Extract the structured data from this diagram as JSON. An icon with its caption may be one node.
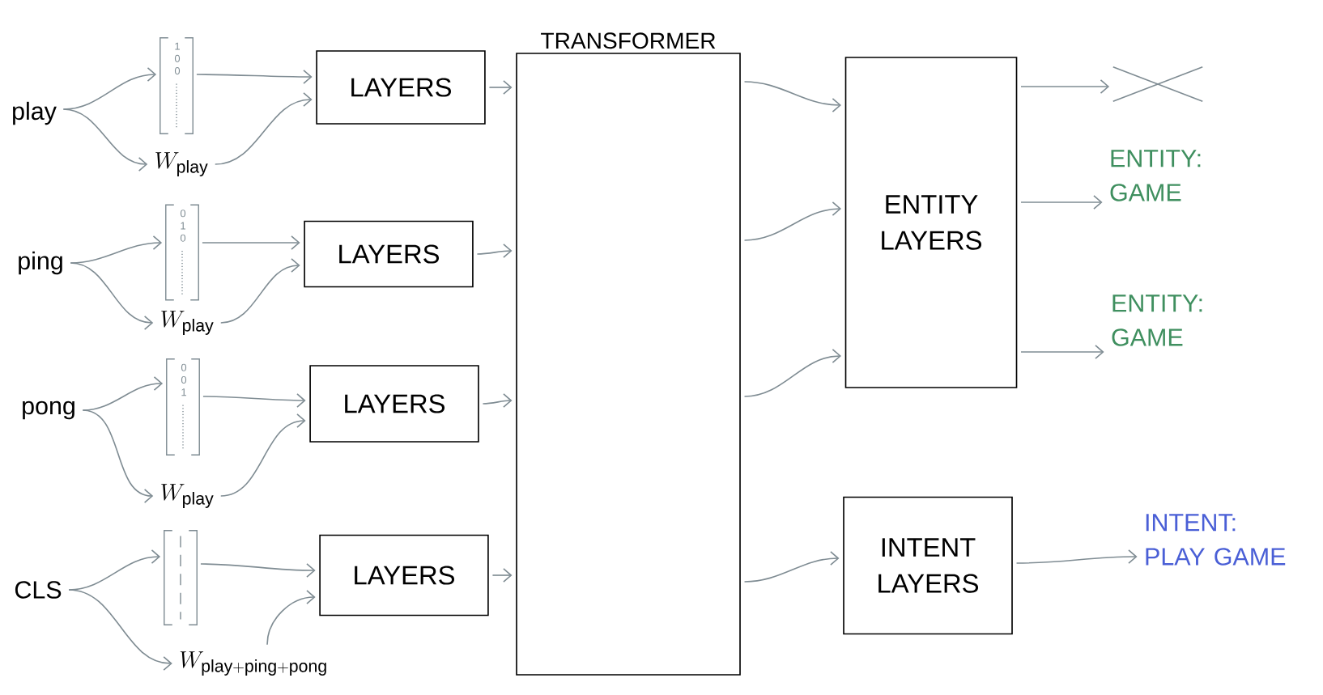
{
  "diagram": {
    "nodes": [
      {
        "text": [
          "play"
        ]
      },
      {
        "text": [
          "1 0 0"
        ]
      },
      {
        "text": [
          "W_{\\mathrm{play}}"
        ]
      },
      {
        "text": [
          "LAYERS"
        ]
      },
      {
        "text": [
          "ping"
        ]
      },
      {
        "text": [
          "0 1 0"
        ]
      },
      {
        "text": [
          "W_{\\mathrm{play}}"
        ]
      },
      {
        "text": [
          "LAYERS"
        ]
      },
      {
        "text": [
          "pong"
        ]
      },
      {
        "text": [
          "0 0 1"
        ]
      },
      {
        "text": [
          "W_{\\mathrm{play}}"
        ]
      },
      {
        "text": [
          "LAYERS"
        ]
      },
      {
        "text": [
          "CLS"
        ]
      },
      {
        "text": [],
        "shape": "box"
      },
      {
        "text": [
          "W_{\\mathrm{play+ping+pong}}"
        ]
      },
      {
        "text": [
          "LAYERS"
        ]
      },
      {
        "text": [
          "TRANSFORMER"
        ]
      },
      {
        "text": [
          "ENTITY LAYERS"
        ]
      },
      {
        "text": [
          "INTENT LAYERS"
        ]
      },
      {
        "text": [],
        "shape": "cross"
      },
      {
        "text": [
          "ENTITY: GAME"
        ]
      },
      {
        "text": [
          "ENTITY: GAME"
        ]
      },
      {
        "text": [
          "INTENT: PLAY GAME"
        ]
      }
    ],
    "edges": [
      {
        "from": 0,
        "to": 1,
        "arrow": "to"
      },
      {
        "from": 0,
        "to": 2,
        "arrow": "to"
      },
      {
        "from": 1,
        "to": 3,
        "arrow": "to"
      },
      {
        "from": 2,
        "to": 3,
        "arrow": "to"
      },
      {
        "from": 3,
        "to": 16,
        "arrow": "to"
      },
      {
        "from": 4,
        "to": 5,
        "arrow": "to"
      },
      {
        "from": 4,
        "to": 6,
        "arrow": "to"
      },
      {
        "from": 5,
        "to": 7,
        "arrow": "to"
      },
      {
        "from": 6,
        "to": 7,
        "arrow": "to"
      },
      {
        "from": 7,
        "to": 16,
        "arrow": "to"
      },
      {
        "from": 8,
        "to": 9,
        "arrow": "to"
      },
      {
        "from": 8,
        "to": 10,
        "arrow": "to"
      },
      {
        "from": 9,
        "to": 11,
        "arrow": "to"
      },
      {
        "from": 10,
        "to": 11,
        "arrow": "to"
      },
      {
        "from": 11,
        "to": 16,
        "arrow": "to"
      },
      {
        "from": 12,
        "to": 13,
        "arrow": "to"
      },
      {
        "from": 12,
        "to": 14,
        "arrow": "to"
      },
      {
        "from": 13,
        "to": 15,
        "arrow": "to"
      },
      {
        "from": 14,
        "to": 15,
        "arrow": "to"
      },
      {
        "from": 15,
        "to": 16,
        "arrow": "to"
      },
      {
        "from": 16,
        "to": 17,
        "arrow": "to"
      },
      {
        "from": 16,
        "to": 17,
        "arrow": "to"
      },
      {
        "from": 16,
        "to": 17,
        "arrow": "to"
      },
      {
        "from": 16,
        "to": 18,
        "arrow": "to"
      },
      {
        "from": 17,
        "to": 19,
        "arrow": "to"
      },
      {
        "from": 17,
        "to": 20,
        "arrow": "to"
      },
      {
        "from": 17,
        "to": 21,
        "arrow": "to"
      },
      {
        "from": 18,
        "to": 22,
        "arrow": "to"
      }
    ]
  }
}
